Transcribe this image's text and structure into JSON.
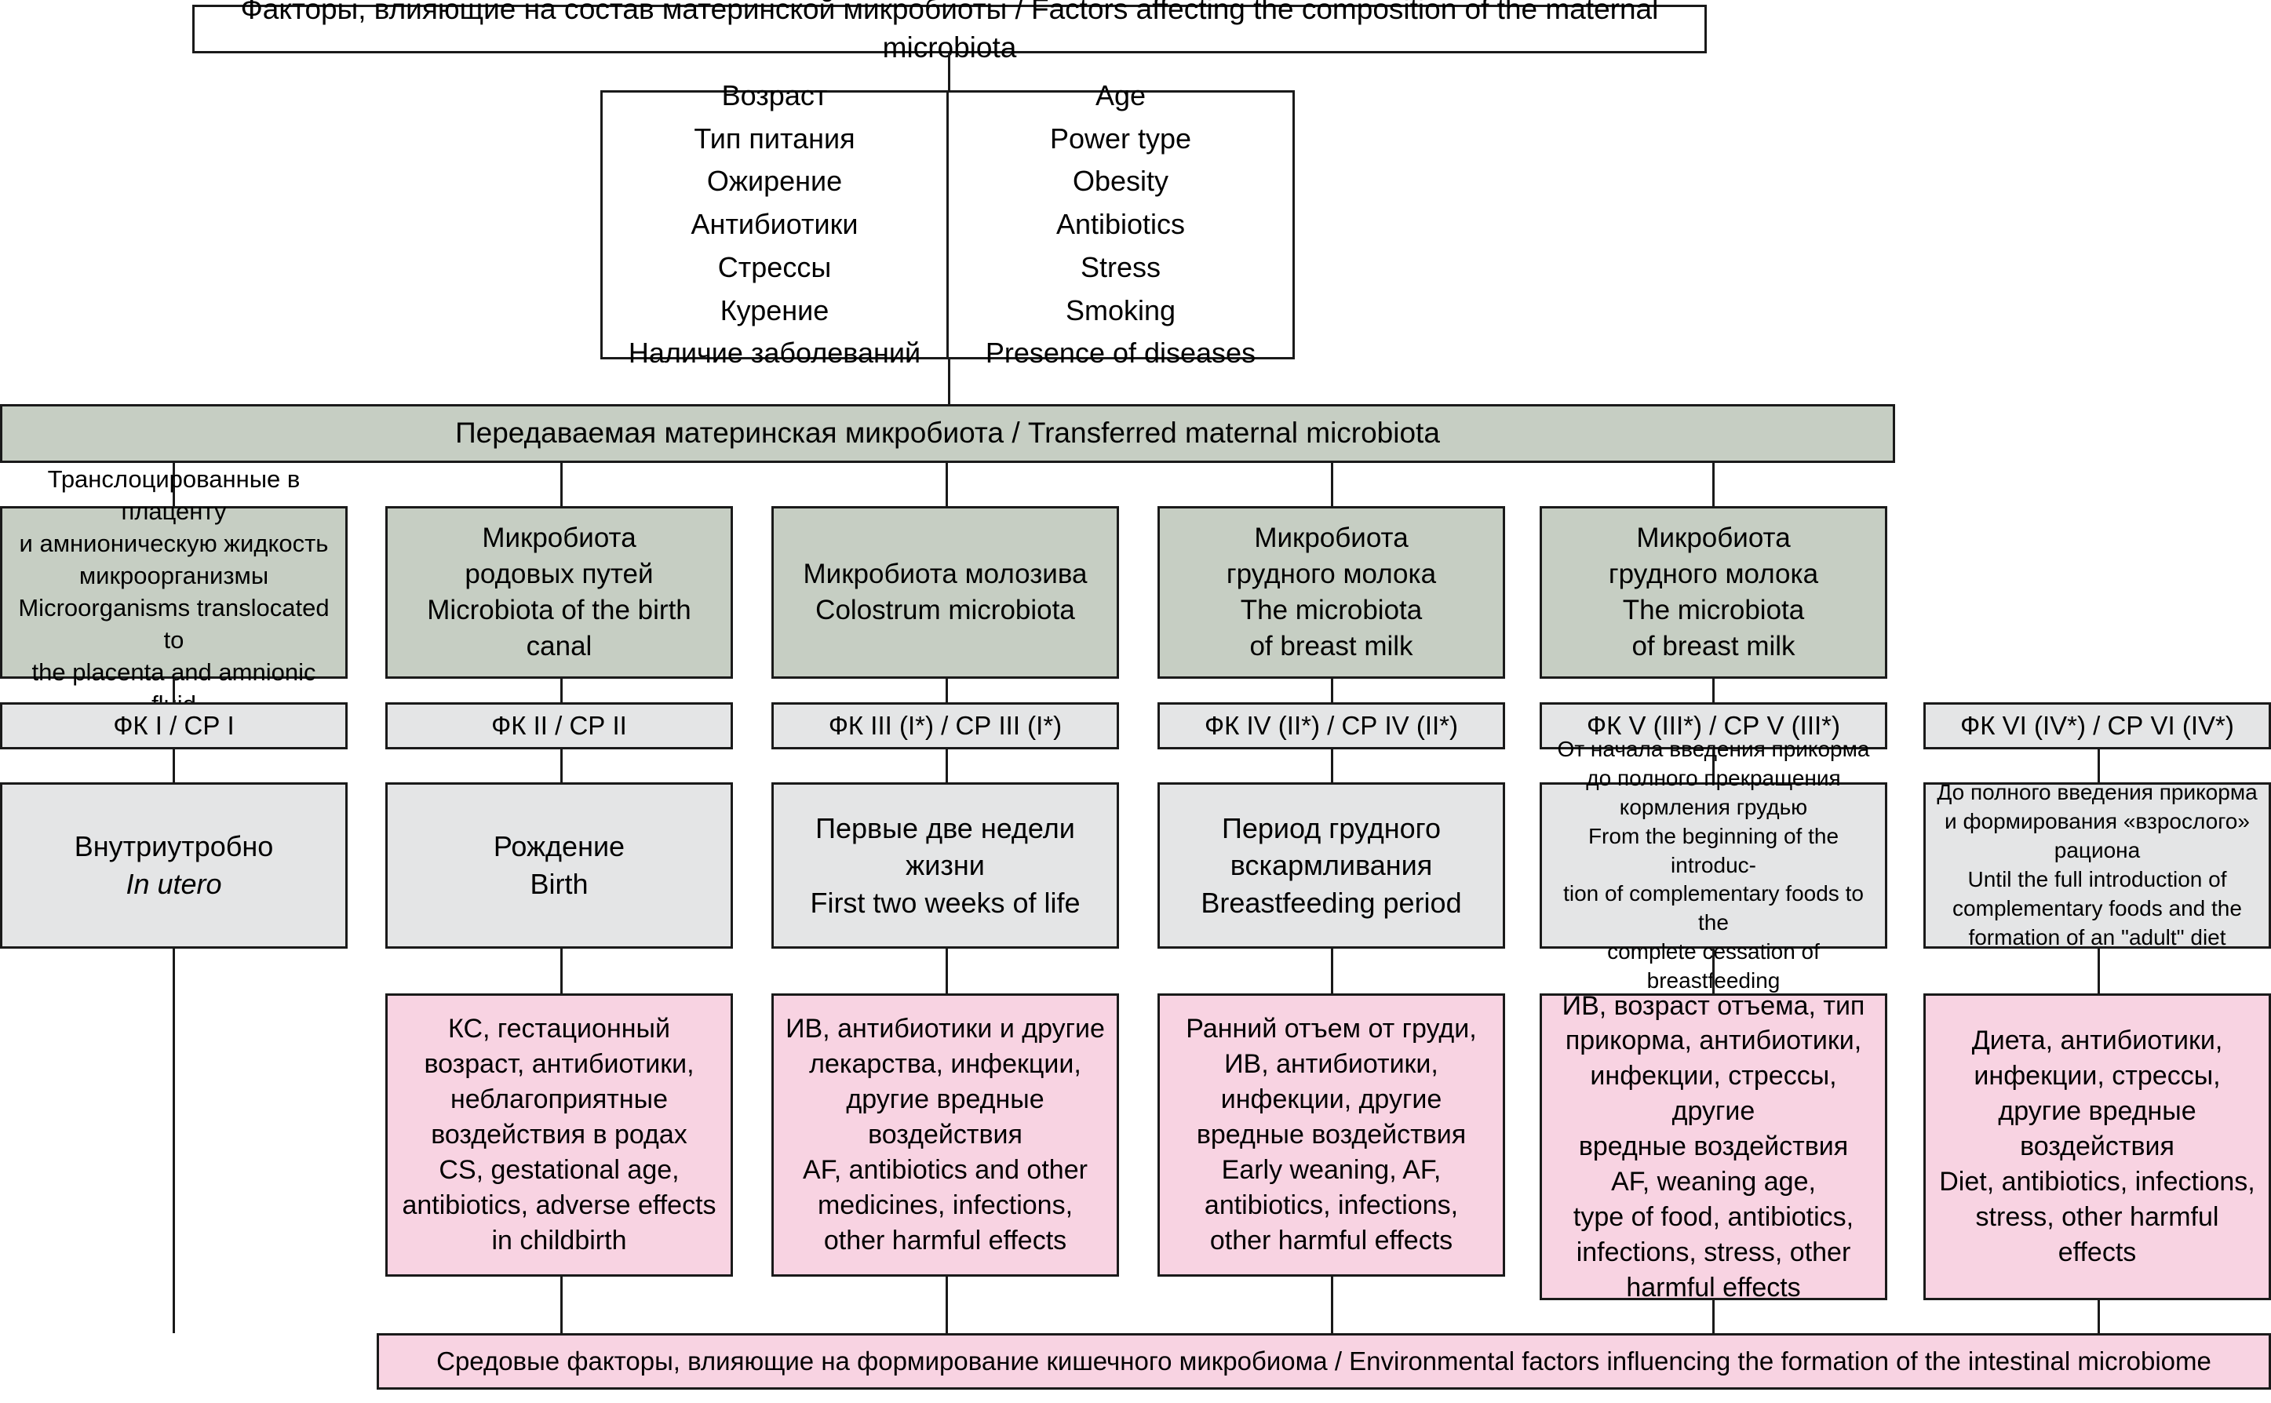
{
  "header": {
    "title": "Факторы, влияющие на состав материнской микробиоты / Factors affecting the composition of the maternal microbiota"
  },
  "factors_box": {
    "ru": [
      "Возраст",
      "Тип питания",
      "Ожирение",
      "Антибиотики",
      "Стрессы",
      "Курение",
      "Наличие заболеваний"
    ],
    "en": [
      "Age",
      "Power type",
      "Obesity",
      "Antibiotics",
      "Stress",
      "Smoking",
      "Presence of diseases"
    ]
  },
  "transfer_bar": {
    "label": "Передаваемая материнская микробиота / Transferred maternal microbiota"
  },
  "bottom_bar": {
    "label": "Средовые факторы, влияющие на формирование кишечного микробиома / Environmental factors influencing the formation of the intestinal microbiome"
  },
  "columns": [
    {
      "source_ru": "Транслоцированные в плаценту\nи амнионическую жидкость\nмикроорганизмы",
      "source_en": "Microorganisms translocated to\nthe placenta and amnionic fluid",
      "stage_label": "ФК I / СР I",
      "period_ru": "Внутриутробно",
      "period_en": "In utero",
      "factors_ru": "",
      "factors_en": ""
    },
    {
      "source_ru": "Микробиота\nродовых путей",
      "source_en": "Microbiota of the birth canal",
      "stage_label": "ФК II / СР II",
      "period_ru": "Рождение",
      "period_en": "Birth",
      "factors_ru": "КС, гестационный\nвозраст, антибиотики,\nнеблагоприятные\nвоздействия в родах",
      "factors_en": "CS, gestational age,\nantibiotics, adverse effects\nin childbirth"
    },
    {
      "source_ru": "Микробиота молозива",
      "source_en": "Colostrum microbiota",
      "stage_label": "ФК III (I*) / СР III (I*)",
      "period_ru": "Первые две недели жизни",
      "period_en": "First two weeks of life",
      "factors_ru": "ИВ, антибиотики и другие\nлекарства, инфекции,\nдругие вредные\nвоздействия",
      "factors_en": "AF, antibiotics and other\nmedicines, infections,\nother harmful effects"
    },
    {
      "source_ru": "Микробиота\nгрудного молока",
      "source_en": "The microbiota\nof breast milk",
      "stage_label": "ФК IV (II*) / СР IV (II*)",
      "period_ru": "Период грудного\nвскармливания",
      "period_en": "Breastfeeding period",
      "factors_ru": "Ранний отъем от груди,\nИВ, антибиотики,\nинфекции, другие\nвредные воздействия",
      "factors_en": "Early weaning, AF,\nantibiotics, infections,\nother harmful effects"
    },
    {
      "source_ru": "Микробиота\nгрудного молока",
      "source_en": "The microbiota\nof breast milk",
      "stage_label": "ФК V (III*) / СР V (III*)",
      "period_ru": "От начала введения прикорма\nдо полного прекращения\nкормления грудью",
      "period_en": "From the beginning of the introduc-\ntion of complementary foods to the\ncomplete cessation of breastfeeding",
      "factors_ru": "ИВ, возраст отъема, тип\nприкорма, антибиотики,\nинфекции, стрессы, другие\nвредные воздействия",
      "factors_en": "AF, weaning age,\ntype of food, antibiotics,\ninfections, stress, other\nharmful effects"
    },
    {
      "source_ru": "",
      "source_en": "",
      "stage_label": "ФК VI (IV*) / СР VI (IV*)",
      "period_ru": "До полного введения прикорма\nи формирования «взрослого»\nрациона",
      "period_en": "Until the full introduction of\ncomplementary foods and the\nformation of an \"adult\" diet",
      "factors_ru": "Диета, антибиотики,\nинфекции, стрессы,\nдругие вредные\nвоздействия",
      "factors_en": "Diet, antibiotics, infections,\nstress, other harmful\neffects"
    }
  ],
  "colors": {
    "green": "#c6cec3",
    "gray": "#e4e5e6",
    "pink": "#f8d3e2",
    "border": "#1a1a1a",
    "white": "#ffffff"
  }
}
